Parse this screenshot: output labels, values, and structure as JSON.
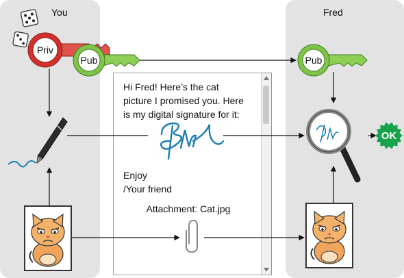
{
  "panels": {
    "left_title": "You",
    "right_title": "Fred"
  },
  "keys": {
    "private_label": "Priv",
    "public_left_label": "Pub",
    "public_right_label": "Pub"
  },
  "document": {
    "lines": [
      "Hi Fred! Here’s the cat",
      "picture I promised you. Here",
      "is my digital signature for it:"
    ],
    "closing_lines": [
      "Enjoy",
      "/Your friend"
    ],
    "attachment": "Attachment: Cat.jpg"
  },
  "result": {
    "ok_label": "OK",
    "ok_color": "#14a24a"
  },
  "colors": {
    "panel_bg": "#e3e3e3",
    "private_key_red": "#d2302b",
    "public_key_green": "#7fc447",
    "signature_blue": "#1a7db0",
    "arrow": "#111111"
  },
  "icons": [
    "dice-icon",
    "private-key-icon",
    "public-key-icon",
    "pen-icon",
    "cat-picture-icon",
    "signature-icon",
    "paperclip-icon",
    "magnifier-icon",
    "ok-badge-icon"
  ]
}
